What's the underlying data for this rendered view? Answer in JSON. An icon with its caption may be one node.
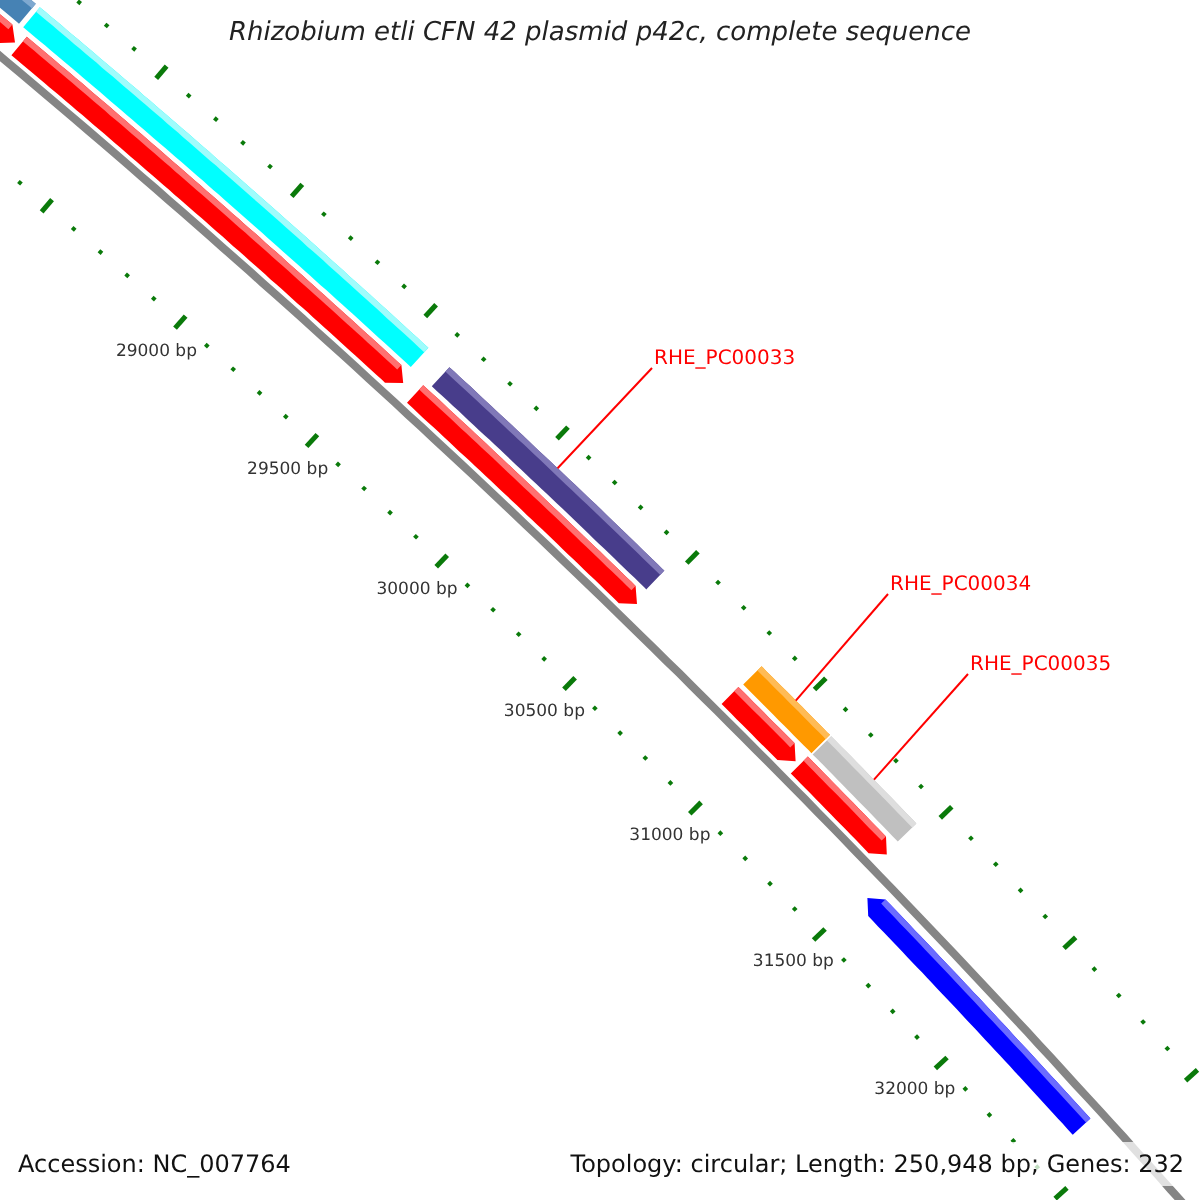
{
  "diagram": {
    "title": "Rhizobium etli CFN 42 plasmid p42c, complete sequence",
    "nodes": [
      {
        "text": [],
        "shape": "bar"
      },
      {
        "text": [],
        "shape": "bar"
      },
      {
        "text": [],
        "shape": "bar"
      },
      {
        "text": [],
        "shape": "bar"
      },
      {
        "text": [
          "RHE_PC00033"
        ]
      },
      {
        "text": [],
        "shape": "bar"
      },
      {
        "text": [],
        "shape": "bar"
      },
      {
        "text": [
          "RHE_PC00034"
        ]
      },
      {
        "text": [],
        "shape": "bar"
      },
      {
        "text": [
          "RHE_PC00035"
        ]
      },
      {
        "text": [],
        "shape": "bar"
      },
      {
        "text": [],
        "shape": "bar"
      },
      {
        "text": [],
        "shape": "bar"
      },
      {
        "text": [],
        "shape": "bar"
      }
    ],
    "edges": [
      {
        "from": 4,
        "to": 5,
        "arrow": "none"
      },
      {
        "from": 7,
        "to": 8,
        "arrow": "none"
      },
      {
        "from": 9,
        "to": 11,
        "arrow": "none"
      }
    ],
    "labels": [
      "29000 bp",
      "29500 bp",
      "30000 bp",
      "30500 bp",
      "31000 bp",
      "31500 bp",
      "32000 bp",
      "Accession: NC_007764",
      "Topology: circular; Length: 250,948 bp; Genes: 232"
    ]
  }
}
